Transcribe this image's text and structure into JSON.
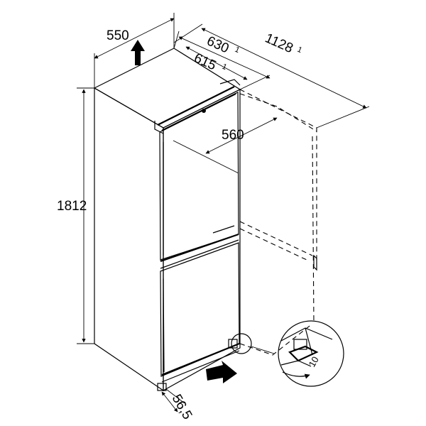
{
  "dimensions": {
    "width": "550",
    "depth_1": "630",
    "depth_1_note": "1",
    "depth_2": "615",
    "depth_2_note": "1",
    "door_open_depth": "1128",
    "door_open_depth_note": "1",
    "inner_width": "560",
    "height": "1812",
    "foot_offset": "56,5"
  },
  "detail": {
    "wrench_size": "10"
  }
}
